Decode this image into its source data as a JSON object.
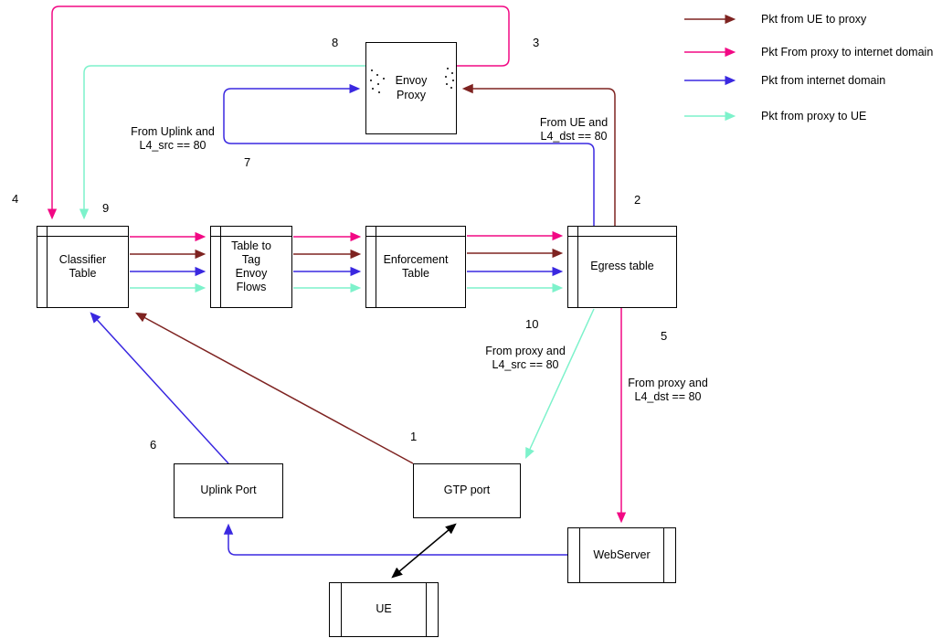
{
  "colors": {
    "ue_to_proxy": "#7e2321",
    "proxy_to_internet": "#f20884",
    "from_internet": "#3a28e0",
    "proxy_to_ue": "#7df2cb",
    "link": "#000000"
  },
  "legend": {
    "items": [
      {
        "label": "Pkt from UE to proxy"
      },
      {
        "label": "Pkt From proxy to internet domain"
      },
      {
        "label": "Pkt from internet domain"
      },
      {
        "label": "Pkt from proxy to UE"
      }
    ]
  },
  "nodes": {
    "envoy": {
      "label": "Envoy\nProxy"
    },
    "classifier": {
      "label": "Classifier\nTable"
    },
    "table_to_tag": {
      "label": "Table to\nTag\nEnvoy\nFlows"
    },
    "enforcement": {
      "label": "Enforcement\nTable"
    },
    "egress": {
      "label": "Egress table"
    },
    "uplink": {
      "label": "Uplink Port"
    },
    "gtp": {
      "label": "GTP port"
    },
    "ue": {
      "label": "UE"
    },
    "webserver": {
      "label": "WebServer"
    }
  },
  "steps": {
    "s1": "1",
    "s2": "2",
    "s3": "3",
    "s4": "4",
    "s5": "5",
    "s6": "6",
    "s7": "7",
    "s8": "8",
    "s9": "9",
    "s10": "10"
  },
  "flow_labels": {
    "from_uplink": "From Uplink and\nL4_src == 80",
    "from_ue": "From UE and\nL4_dst == 80",
    "from_proxy_src": "From proxy and\nL4_src == 80",
    "from_proxy_dst": "From proxy and\nL4_dst == 80"
  }
}
